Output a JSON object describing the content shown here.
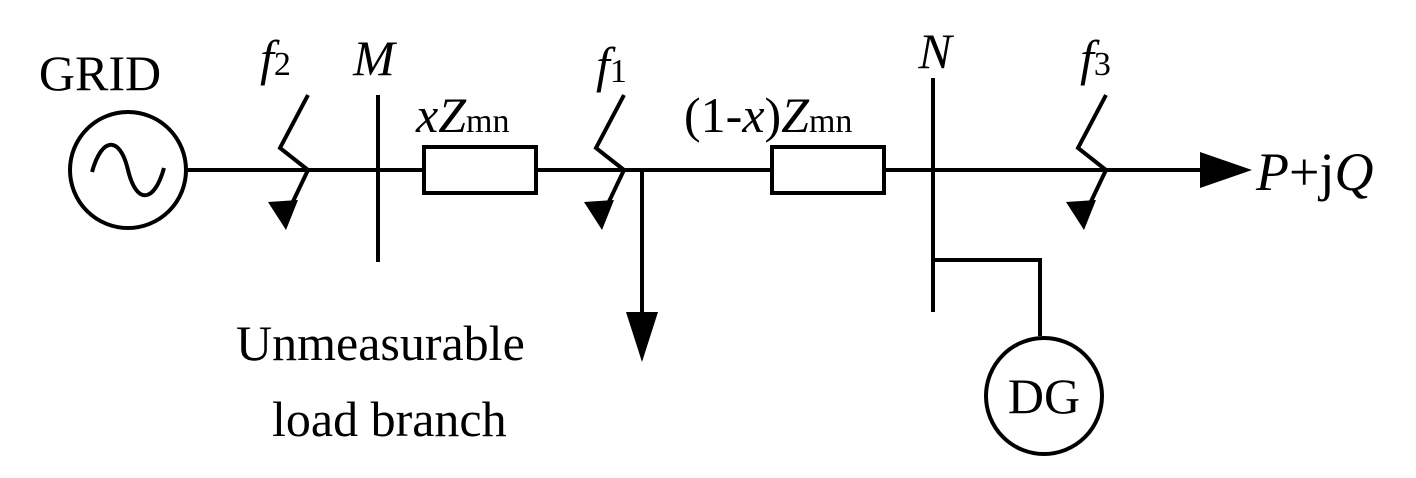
{
  "labels": {
    "grid": "GRID",
    "bus_m": "M",
    "bus_n": "N",
    "fault_1_letter": "f",
    "fault_1_sub": "1",
    "fault_2_letter": "f",
    "fault_2_sub": "2",
    "fault_3_letter": "f",
    "fault_3_sub": "3",
    "impedance_mn_left_coeff": "x",
    "impedance_mn_left_symbol": "Z",
    "impedance_mn_left_sub": "mn",
    "impedance_mn_right_prefix": "(1-",
    "impedance_mn_right_coeff": "x",
    "impedance_mn_right_suffix": ")",
    "impedance_mn_right_symbol": "Z",
    "impedance_mn_right_sub": "mn",
    "load_p": "P",
    "load_plus_j": "+j",
    "load_q": "Q",
    "branch_line1": "Unmeasurable",
    "branch_line2": "load branch",
    "dg": "DG"
  },
  "colors": {
    "stroke": "#000000",
    "background": "#ffffff"
  }
}
